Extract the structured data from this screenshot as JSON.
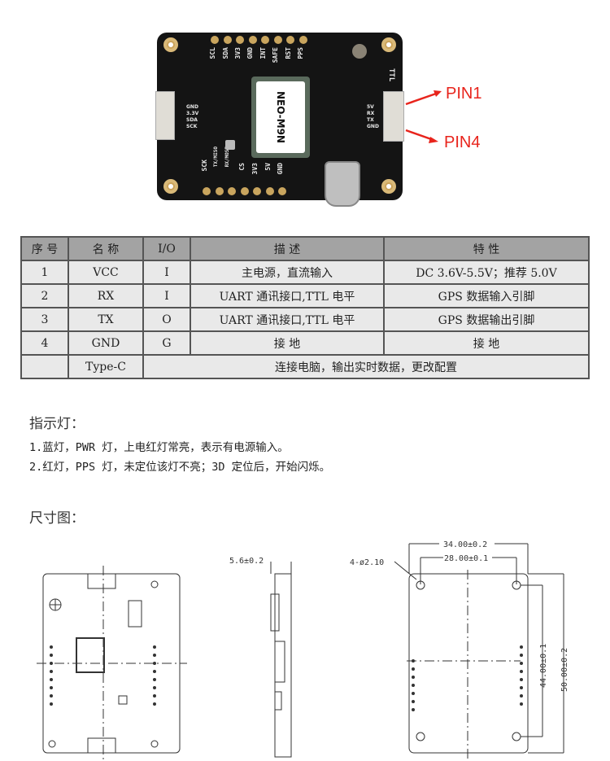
{
  "photo": {
    "chip_label": "NEO-M9N",
    "top_pins": [
      "SCL",
      "SDA",
      "3V3",
      "GND",
      "INT",
      "SAFE",
      "RST",
      "PPS"
    ],
    "bottom_pins": [
      "SCK",
      "TX/MISO",
      "RX/MOSI",
      "CS",
      "3V3",
      "5V",
      "GND"
    ],
    "left_connector_pins": [
      "GND",
      "3.3V",
      "SDA",
      "SCK"
    ],
    "ttl_label": "TTL",
    "ttl_pins": [
      "5V",
      "RX",
      "TX",
      "GND"
    ],
    "pin1_label": "PIN1",
    "pin4_label": "PIN4",
    "arrow_color": "#e8241c"
  },
  "table": {
    "headers": [
      "序 号",
      "名 称",
      "I/O",
      "描 述",
      "特 性"
    ],
    "rows": [
      [
        "1",
        "VCC",
        "I",
        "主电源，直流输入",
        "DC 3.6V-5.5V；推荐 5.0V"
      ],
      [
        "2",
        "RX",
        "I",
        "UART 通讯接口,TTL 电平",
        "GPS 数据输入引脚"
      ],
      [
        "3",
        "TX",
        "O",
        "UART 通讯接口,TTL 电平",
        "GPS 数据输出引脚"
      ],
      [
        "4",
        "GND",
        "G",
        "接 地",
        "接 地"
      ]
    ],
    "typec": {
      "no": "",
      "name": "Type-C",
      "desc": "连接电脑，输出实时数据，更改配置"
    }
  },
  "indicator": {
    "title": "指示灯：",
    "items": [
      "1.蓝灯，PWR 灯，上电红灯常亮，表示有电源输入。",
      "2.红灯，PPS 灯，未定位该灯不亮；3D 定位后，开始闪烁。"
    ]
  },
  "dimension": {
    "title": "尺寸图：",
    "thickness": "5.6±0.2",
    "hole": "4-ø2.10",
    "width_outer": "34.00±0.2",
    "width_holes": "28.00±0.1",
    "height_holes": "44.00±0.1",
    "height_outer": "50.00±0.2"
  }
}
